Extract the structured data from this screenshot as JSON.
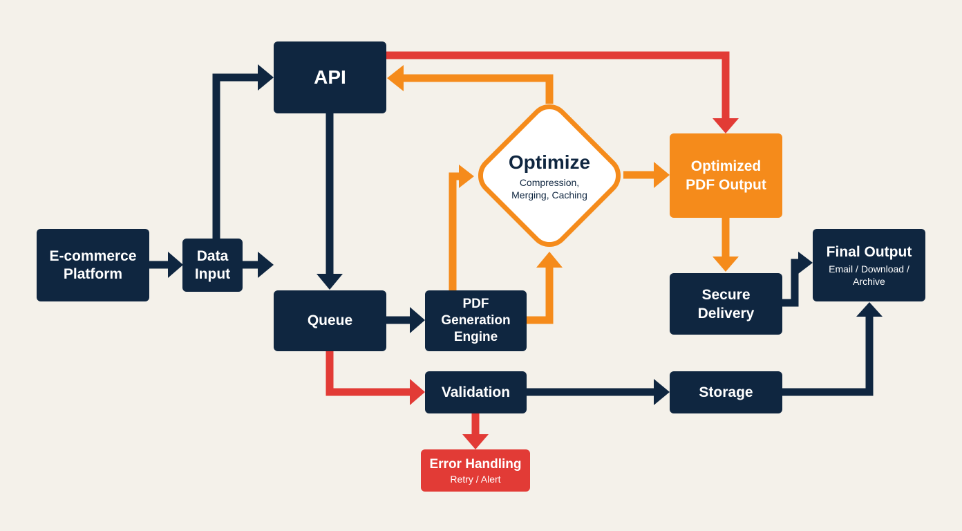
{
  "colors": {
    "navy": "#0f2640",
    "orange": "#f58b1b",
    "red": "#e23b36",
    "background": "#f4f1ea"
  },
  "nodes": {
    "ecommerce": {
      "label": "E-commerce\nPlatform"
    },
    "data_input": {
      "label": "Data\nInput"
    },
    "api": {
      "label": "API"
    },
    "queue": {
      "label": "Queue"
    },
    "pdf_engine": {
      "label": "PDF\nGeneration\nEngine"
    },
    "optimize": {
      "label": "Optimize",
      "sub": "Compression,\nMerging, Caching"
    },
    "optimized_output": {
      "label": "Optimized\nPDF Output"
    },
    "secure_delivery": {
      "label": "Secure\nDelivery"
    },
    "final_output": {
      "label": "Final Output",
      "sub": "Email / Download /\nArchive"
    },
    "validation": {
      "label": "Validation"
    },
    "storage": {
      "label": "Storage"
    },
    "error_handling": {
      "label": "Error Handling",
      "sub": "Retry / Alert"
    }
  },
  "edges": [
    {
      "from": "ecommerce",
      "to": "data_input",
      "color": "navy"
    },
    {
      "from": "data_input",
      "to": "api",
      "color": "navy"
    },
    {
      "from": "api",
      "to": "queue",
      "color": "navy"
    },
    {
      "from": "api",
      "to": "optimized_output",
      "color": "red"
    },
    {
      "from": "optimize",
      "to": "api",
      "color": "orange"
    },
    {
      "from": "queue",
      "to": "pdf_engine",
      "color": "navy"
    },
    {
      "from": "queue",
      "to": "validation",
      "color": "red"
    },
    {
      "from": "pdf_engine",
      "to": "optimize",
      "color": "orange"
    },
    {
      "from": "optimize",
      "to": "optimized_output",
      "color": "orange"
    },
    {
      "from": "optimized_output",
      "to": "secure_delivery",
      "color": "orange"
    },
    {
      "from": "secure_delivery",
      "to": "final_output",
      "color": "navy"
    },
    {
      "from": "validation",
      "to": "storage",
      "color": "navy"
    },
    {
      "from": "validation",
      "to": "error_handling",
      "color": "red"
    },
    {
      "from": "storage",
      "to": "final_output",
      "color": "navy"
    }
  ]
}
